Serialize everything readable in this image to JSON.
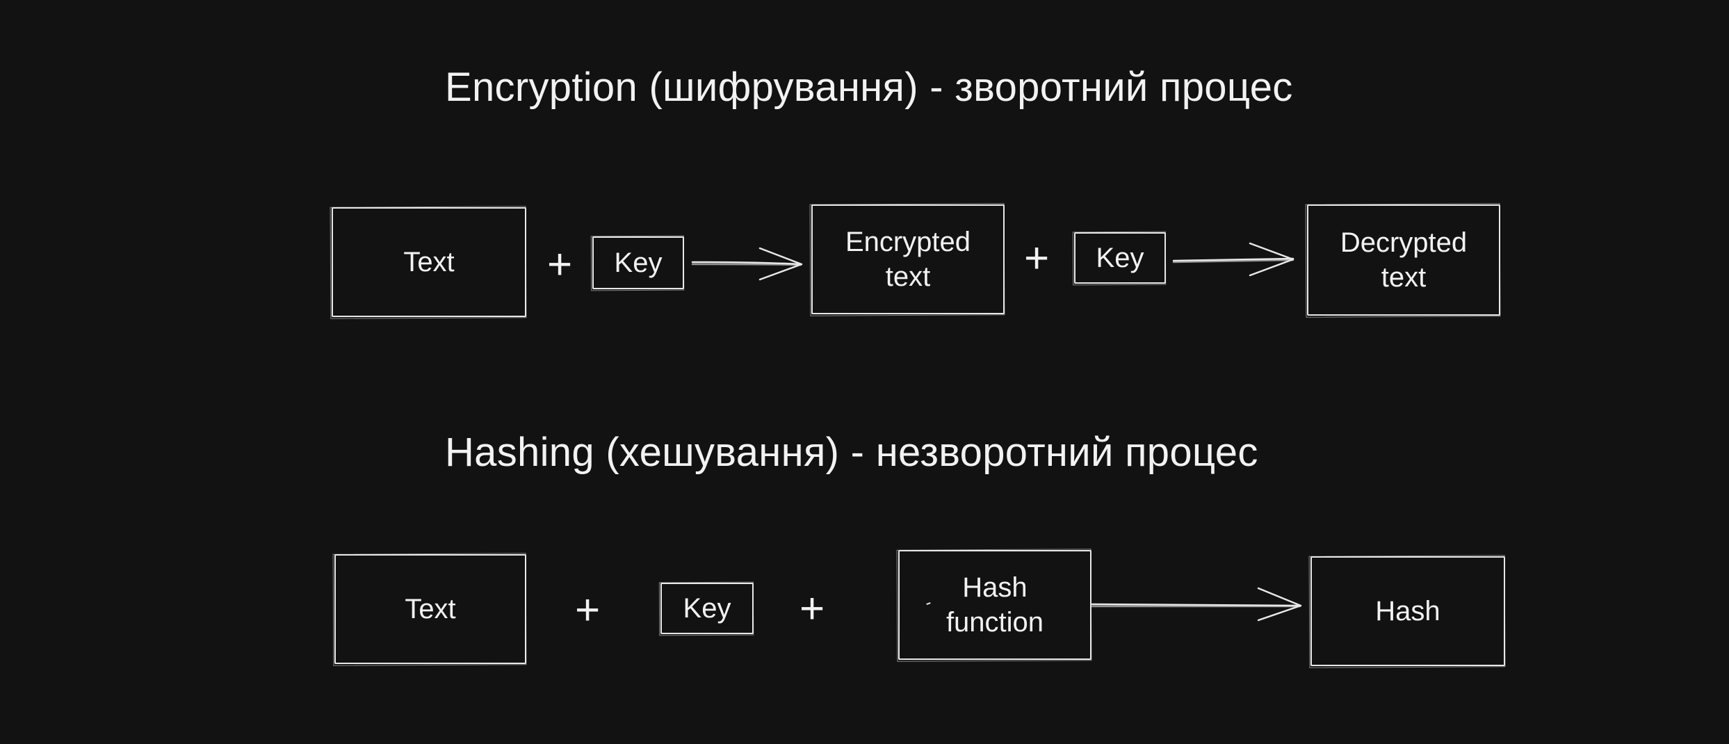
{
  "diagram": {
    "encryption": {
      "title": "Encryption (шифрування) - зворотний процес",
      "nodes": {
        "text": "Text",
        "key1": "Key",
        "encrypted": "Encrypted\ntext",
        "key2": "Key",
        "decrypted": "Decrypted\ntext"
      },
      "plus_sign": "+"
    },
    "hashing": {
      "title": "Hashing (хешування) - незворотний процес",
      "nodes": {
        "text": "Text",
        "key": "Key",
        "hash_function": "Hash\nfunction",
        "hash": "Hash"
      },
      "plus_sign": "+"
    },
    "colors": {
      "background": "#121212",
      "stroke": "#e8e8e8",
      "text": "#f2f2f2"
    }
  }
}
